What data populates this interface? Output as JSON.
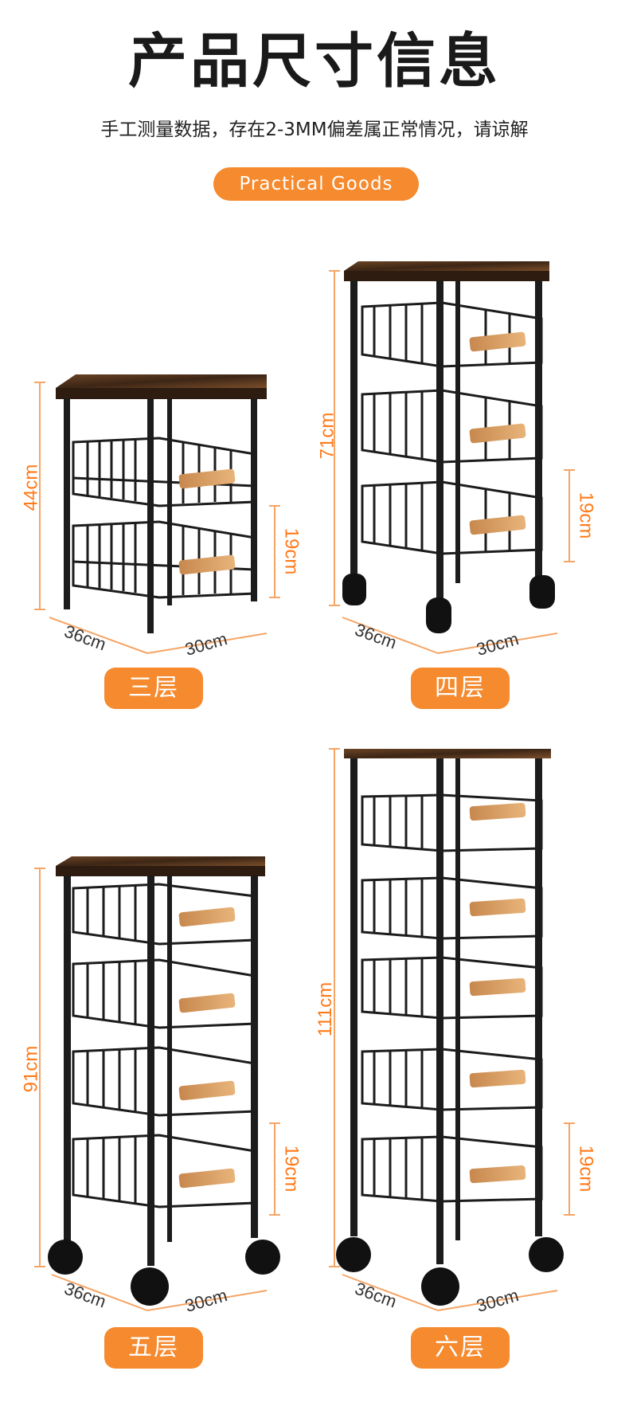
{
  "header": {
    "title": "产品尺寸信息",
    "subtitle": "手工测量数据，存在2-3MM偏差属正常情况，请谅解",
    "tag": "Practical Goods"
  },
  "colors": {
    "accent": "#f58a2e",
    "frame": "#1c1c1c",
    "wood": "#5a3a20",
    "handle": "#d9a066"
  },
  "products": [
    {
      "tier_label": "三层",
      "height": "44cm",
      "basket_gap": "19cm",
      "depth": "36cm",
      "width": "30cm"
    },
    {
      "tier_label": "四层",
      "height": "71cm",
      "basket_gap": "19cm",
      "depth": "36cm",
      "width": "30cm"
    },
    {
      "tier_label": "五层",
      "height": "91cm",
      "basket_gap": "19cm",
      "depth": "36cm",
      "width": "30cm"
    },
    {
      "tier_label": "六层",
      "height": "111cm",
      "basket_gap": "19cm",
      "depth": "36cm",
      "width": "30cm"
    }
  ]
}
